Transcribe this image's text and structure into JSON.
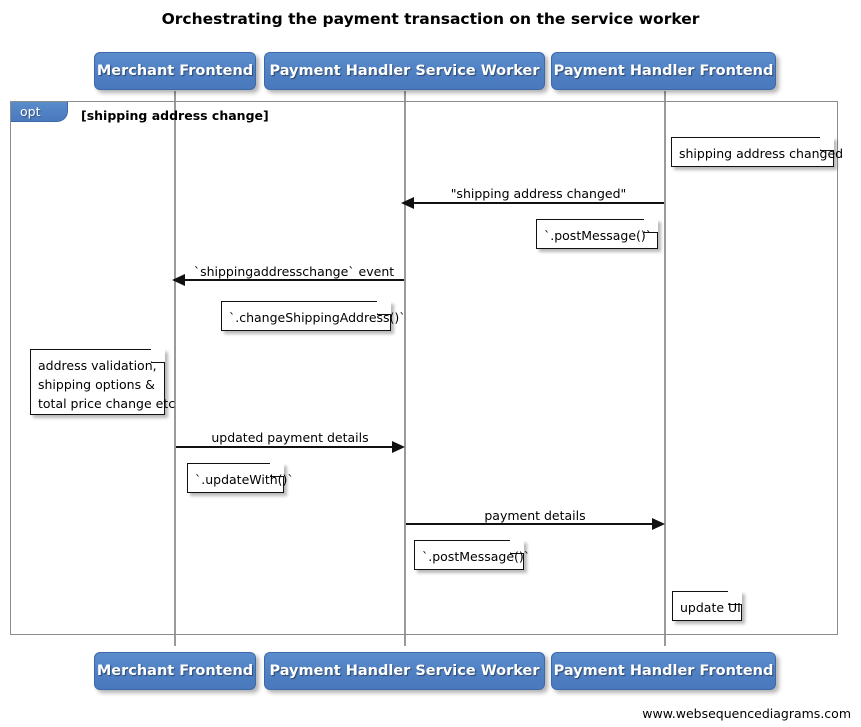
{
  "diagram": {
    "title": "Orchestrating the payment transaction on the service worker",
    "footer": "www.websequencediagrams.com",
    "accent_color": "#4f80c3",
    "frame_border_color": "#8d8d8d",
    "lifeline_color": "#9a9a9a",
    "line_color": "#111111",
    "background": "#ffffff"
  },
  "actors": [
    {
      "id": "merchant-frontend",
      "label": "Merchant Frontend"
    },
    {
      "id": "payment-handler-service-worker",
      "label": "Payment Handler Service Worker"
    },
    {
      "id": "payment-handler-frontend",
      "label": "Payment Handler Frontend"
    }
  ],
  "fragment": {
    "type_label": "opt",
    "guard": "[shipping address change]"
  },
  "messages": [
    {
      "id": "shipping-address-changed",
      "label": "\"shipping address changed\"",
      "from": "payment-handler-frontend",
      "to": "payment-handler-service-worker",
      "direction": "left"
    },
    {
      "id": "shippingaddresschange-event",
      "label": "`shippingaddresschange` event",
      "from": "payment-handler-service-worker",
      "to": "merchant-frontend",
      "direction": "left"
    },
    {
      "id": "updated-payment-details",
      "label": "updated payment details",
      "from": "merchant-frontend",
      "to": "payment-handler-service-worker",
      "direction": "right"
    },
    {
      "id": "payment-details",
      "label": "payment details",
      "from": "payment-handler-service-worker",
      "to": "payment-handler-frontend",
      "direction": "right"
    }
  ],
  "notes": [
    {
      "id": "note-shipping-address-changed",
      "text": "shipping address changed"
    },
    {
      "id": "note-post-message-1",
      "text": "`.postMessage()`"
    },
    {
      "id": "note-change-shipping-address",
      "text": "`.changeShippingAddress()`"
    },
    {
      "id": "note-address-validation",
      "text": "address validation,\nshipping options &\ntotal price change etc"
    },
    {
      "id": "note-update-with",
      "text": "`.updateWith()`"
    },
    {
      "id": "note-post-message-2",
      "text": "`.postMessage()`"
    },
    {
      "id": "note-update-ui",
      "text": "update UI"
    }
  ]
}
